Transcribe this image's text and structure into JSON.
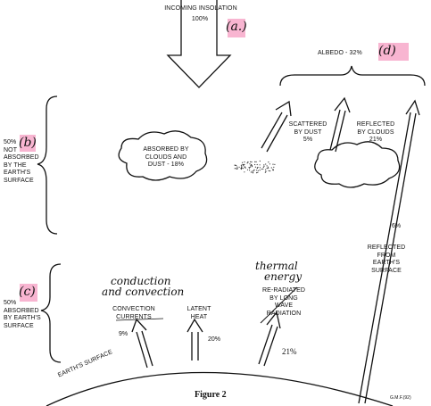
{
  "incoming": {
    "title": "INCOMING INSOLATION",
    "value": "100%"
  },
  "albedo": {
    "label": "ALBEDO - 32%"
  },
  "not_absorbed": {
    "label": [
      "50%",
      "NOT",
      "ABSORBED",
      "BY THE",
      "EARTH'S",
      "SURFACE"
    ]
  },
  "absorbed_surface": {
    "label": [
      "50%",
      "ABSORBED",
      "BY EARTH'S",
      "SURFACE"
    ]
  },
  "clouds_dust": {
    "label": [
      "ABSORBED BY",
      "CLOUDS AND",
      "DUST - 18%"
    ]
  },
  "scattered": {
    "label": [
      "SCATTERED",
      "BY DUST",
      "5%"
    ]
  },
  "reflected_clouds": {
    "label": [
      "REFLECTED",
      "BY CLOUDS",
      "21%"
    ]
  },
  "reflected_surface": {
    "label": [
      "REFLECTED",
      "FROM",
      "EARTH'S",
      "SURFACE"
    ],
    "value": "6%"
  },
  "convection": {
    "label": [
      "CONVECTION",
      "CURRENTS"
    ],
    "value": "9%",
    "handwritten": [
      "conduction",
      "and convection"
    ]
  },
  "latent": {
    "label": [
      "LATENT",
      "HEAT"
    ],
    "value": "20%"
  },
  "reradiated": {
    "label": [
      "RE-RADIATED",
      "BY LONG",
      "WAVE",
      "RADIATION"
    ],
    "value": "21%",
    "handwritten": [
      "thermal",
      "energy"
    ]
  },
  "surface": {
    "label": "EARTH'S SURFACE"
  },
  "annotations": {
    "a": "(a.)",
    "b": "(b)",
    "c": "(c)",
    "d": "(d)"
  },
  "figure_caption": "Figure 2",
  "signature": "G.M.F.(92)",
  "colors": {
    "highlight": "#f7a8c9",
    "ink": "#111111"
  }
}
